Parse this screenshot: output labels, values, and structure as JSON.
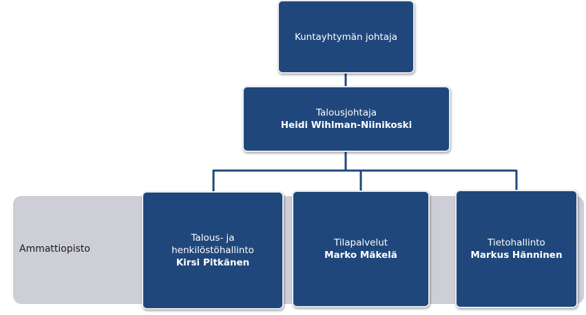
{
  "colors": {
    "node_fill": "#1f477b",
    "node_border": "#e9ecf2",
    "band_fill": "#cdced6",
    "connector": "#1f477b"
  },
  "band": {
    "label": "Ammattiopisto"
  },
  "nodes": {
    "director": {
      "title": "Kuntayhtymän johtaja"
    },
    "cfo": {
      "title": "Talousjohtaja",
      "name": "Heidi Wihlman-Niinikoski"
    },
    "finance": {
      "title": "Talous- ja henkilöstöhallinto",
      "name": "Kirsi Pitkänen"
    },
    "premises": {
      "title": "Tilapalvelut",
      "name": "Marko Mäkelä"
    },
    "it": {
      "title": "Tietohallinto",
      "name": "Markus Hänninen"
    }
  }
}
